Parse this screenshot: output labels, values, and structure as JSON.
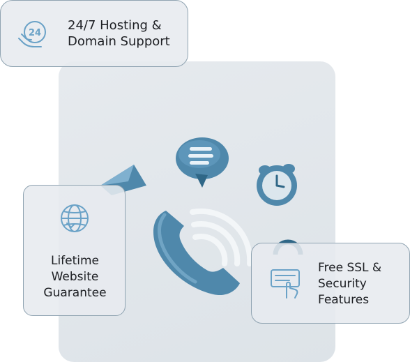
{
  "features": {
    "support": {
      "label": "24/7 Hosting &\nDomain Support",
      "icon": "support-24-icon"
    },
    "lifetime": {
      "label": "Lifetime\nWebsite\nGuarantee",
      "icon": "globe-icon"
    },
    "ssl": {
      "label": "Free SSL &\nSecurity\nFeatures",
      "icon": "security-click-icon"
    }
  },
  "illustration": {
    "icons": [
      "chat-bubble-icon",
      "alarm-clock-icon",
      "envelope-icon",
      "phone-icon",
      "ring-icon"
    ]
  },
  "colors": {
    "icon_stroke": "#6aa2c7",
    "object_blue": "#4f88ab",
    "object_dark": "#2f6787",
    "panel": "#e1e6ea",
    "card_border": "#8fa3b1",
    "text": "#1d1f23"
  }
}
